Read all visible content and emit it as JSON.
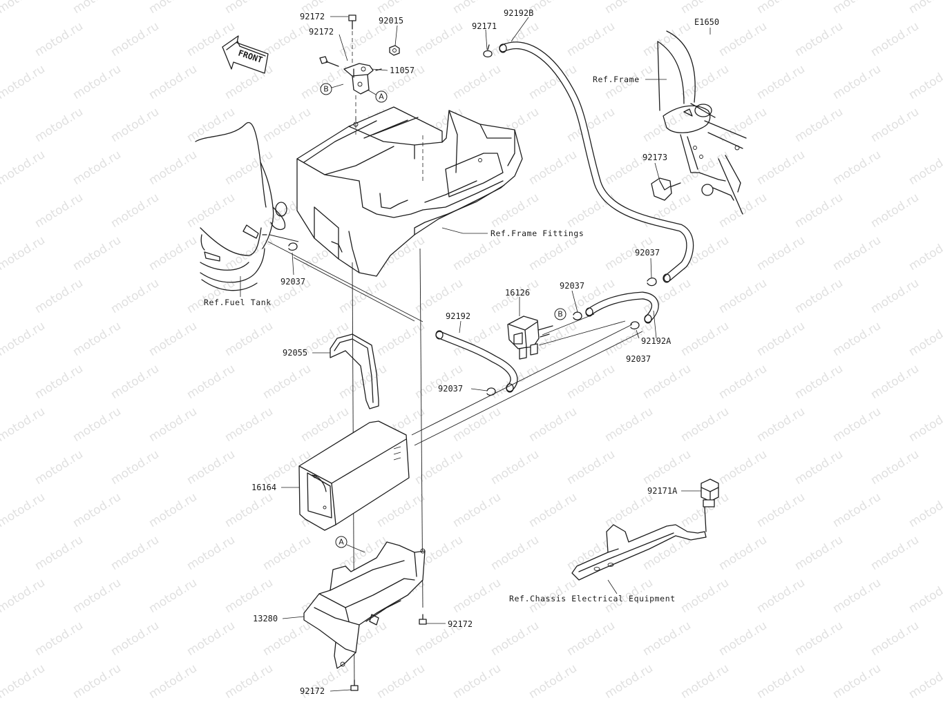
{
  "diagram_code": "E1650",
  "front_label": "FRONT",
  "watermark_text": "motod.ru",
  "reference_notes": {
    "frame": "Ref.Frame",
    "frame_fittings": "Ref.Frame Fittings",
    "fuel_tank": "Ref.Fuel Tank",
    "chassis_electrical": "Ref.Chassis Electrical Equipment"
  },
  "part_callouts": [
    {
      "id": "c-92172-top",
      "number": "92172"
    },
    {
      "id": "c-92172-left",
      "number": "92172"
    },
    {
      "id": "c-92015",
      "number": "92015"
    },
    {
      "id": "c-11057",
      "number": "11057"
    },
    {
      "id": "c-92171",
      "number": "92171"
    },
    {
      "id": "c-92192b",
      "number": "92192B"
    },
    {
      "id": "c-92173",
      "number": "92173"
    },
    {
      "id": "c-92037-tank",
      "number": "92037"
    },
    {
      "id": "c-92037-right",
      "number": "92037"
    },
    {
      "id": "c-16126",
      "number": "16126"
    },
    {
      "id": "c-92037-mid",
      "number": "92037"
    },
    {
      "id": "c-92192",
      "number": "92192"
    },
    {
      "id": "c-92192a",
      "number": "92192A"
    },
    {
      "id": "c-92037-low",
      "number": "92037"
    },
    {
      "id": "c-92055",
      "number": "92055"
    },
    {
      "id": "c-92037-hose",
      "number": "92037"
    },
    {
      "id": "c-16164",
      "number": "16164"
    },
    {
      "id": "c-92171a",
      "number": "92171A"
    },
    {
      "id": "c-13280",
      "number": "13280"
    },
    {
      "id": "c-92172-bolt",
      "number": "92172"
    },
    {
      "id": "c-92172-bottom",
      "number": "92172"
    }
  ],
  "circle_markers": {
    "a": "A",
    "b": "B"
  }
}
